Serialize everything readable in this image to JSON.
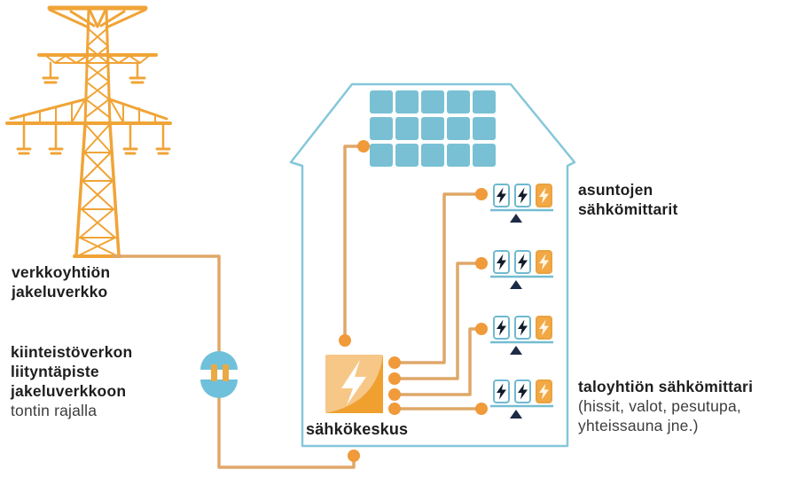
{
  "labels": {
    "grid_network": [
      "verkkoyhtiön",
      "jakeluverkko"
    ],
    "connection_point_bold": [
      "kiinteistöverkon",
      "liityntäpiste",
      "jakeluverkkoon"
    ],
    "connection_point_note": "tontin rajalla",
    "main_panel": "sähkökeskus",
    "apartment_meters": [
      "asuntojen",
      "sähkömittarit"
    ],
    "building_meter_title": "taloyhtiön sähkömittari",
    "building_meter_note": [
      "(hissit, valot, pesutupa,",
      "yhteissauna jne.)"
    ]
  },
  "icons": {
    "tower": "transmission-tower-icon",
    "plug": "plug-connector-icon",
    "house": "house-outline-icon",
    "solar": "solar-panel-array-icon",
    "panel": "electrical-panel-icon",
    "meter": "electricity-meter-icon",
    "bolt": "lightning-bolt-icon",
    "triangle": "triangle-marker-icon"
  },
  "structure": {
    "meter_groups": 4,
    "bolt_boxes_per_meter_group": 3,
    "solar_panel_rows": 3,
    "solar_panel_columns": 5
  },
  "colors": {
    "tower_orange": "#f0a437",
    "wire_tan": "#dfa768",
    "dot_orange": "#f09a3a",
    "panel_light_orange": "#f6c787",
    "panel_dark_orange": "#efa02f",
    "meter_box_orange": "#f2a945",
    "solar_blue": "#79c0d4",
    "house_outline_blue": "#85c7da",
    "plug_blue": "#6fc0da",
    "navy": "#1c2b45",
    "text_dark": "#1e1e1e"
  }
}
